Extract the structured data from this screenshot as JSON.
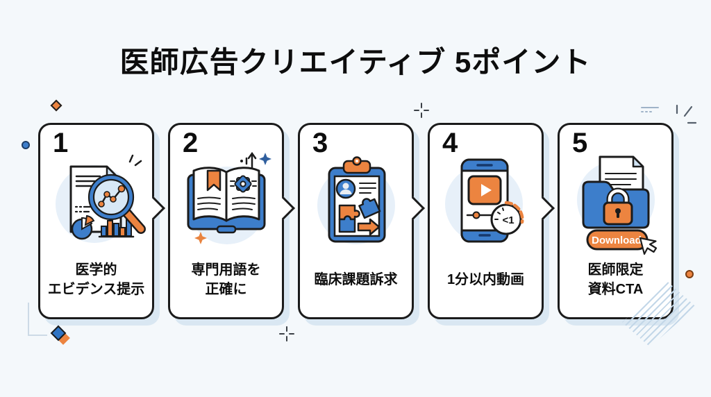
{
  "title": "医師広告クリエイティブ 5ポイント",
  "cards": [
    {
      "number": "1",
      "label": "医学的\nエビデンス提示",
      "icon": "evidence-document-magnifier-icon"
    },
    {
      "number": "2",
      "label": "専門用語を\n正確に",
      "icon": "open-book-gear-icon"
    },
    {
      "number": "3",
      "label": "臨床課題訴求",
      "icon": "clipboard-puzzle-arrow-icon"
    },
    {
      "number": "4",
      "label": "1分以内動画",
      "icon": "smartphone-video-timer-icon"
    },
    {
      "number": "5",
      "label": "医師限定\n資料CTA",
      "icon": "locked-folder-download-icon"
    }
  ],
  "icon_texts": {
    "download_button": "Download",
    "timer_badge": "<1"
  },
  "decorations": [
    "orange-diamond-top-left",
    "blue-dot-left",
    "crosshair-top-center",
    "dashes-top-right",
    "sparkle-lines-top-right",
    "corner-line-bottom-left",
    "blue-orange-diamonds-bottom-left",
    "crosshair-bottom-center",
    "orange-dot-right",
    "diagonal-hatch-bottom-right"
  ],
  "colors": {
    "background": "#f4f8fb",
    "outline": "#1b1b1b",
    "accent_blue": "#3d7ecb",
    "accent_orange": "#ec8440",
    "icon_circle": "#e7f0f9",
    "card_shadow": "#d9e7f2"
  }
}
